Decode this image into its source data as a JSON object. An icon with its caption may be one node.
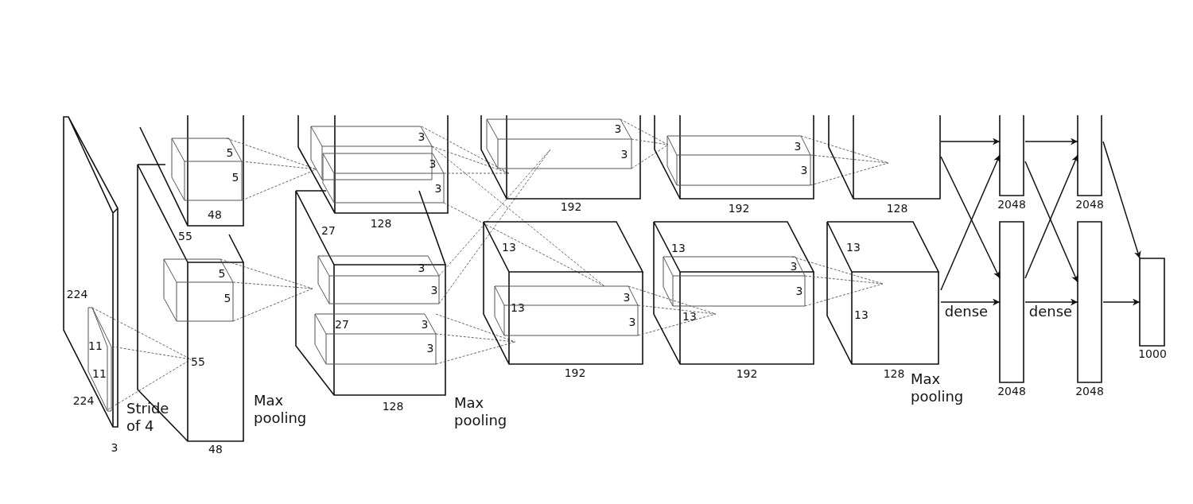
{
  "diagram": {
    "nodes": [
      {
        "text": [
          "128"
        ]
      },
      {
        "text": [
          "13",
          "13",
          "128"
        ]
      },
      {
        "text": [
          "2048"
        ]
      },
      {
        "text": [
          "2048"
        ]
      },
      {
        "text": [
          "2048"
        ]
      },
      {
        "text": [
          "2048"
        ]
      },
      {
        "text": [
          "1000"
        ]
      }
    ],
    "edges": [
      {
        "from": 0,
        "to": 2,
        "arrow": "to"
      },
      {
        "from": 0,
        "to": 3,
        "arrow": "to"
      },
      {
        "from": 1,
        "to": 2,
        "arrow": "to"
      },
      {
        "from": 1,
        "to": 3,
        "arrow": "to",
        "label": "dense"
      },
      {
        "from": 2,
        "to": 4,
        "arrow": "to"
      },
      {
        "from": 2,
        "to": 5,
        "arrow": "to"
      },
      {
        "from": 3,
        "to": 4,
        "arrow": "to"
      },
      {
        "from": 3,
        "to": 5,
        "arrow": "to",
        "label": "dense"
      },
      {
        "from": 4,
        "to": 6,
        "arrow": "to"
      },
      {
        "from": 5,
        "to": 6,
        "arrow": "to"
      }
    ],
    "labels": [
      "224",
      "11",
      "11",
      "224",
      "Stride of 4",
      "3",
      "55",
      "5",
      "5",
      "48",
      "55",
      "5",
      "5",
      "48",
      "Max pooling",
      "3",
      "3",
      "3",
      "128",
      "27",
      "3",
      "3",
      "27",
      "3",
      "3",
      "128",
      "Max pooling",
      "3",
      "3",
      "192",
      "13",
      "3",
      "13",
      "3",
      "192",
      "3",
      "3",
      "192",
      "13",
      "3",
      "3",
      "13",
      "192",
      "Max pooling"
    ]
  }
}
